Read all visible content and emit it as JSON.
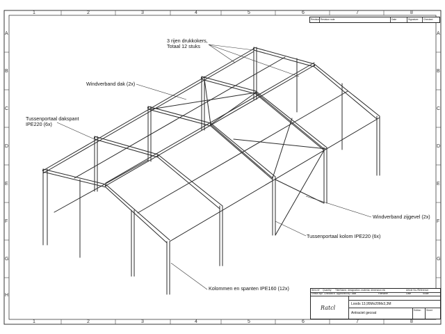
{
  "drawing": {
    "column_markers": [
      "1",
      "2",
      "3",
      "4",
      "5",
      "6",
      "7",
      "8"
    ],
    "row_markers": [
      "A",
      "B",
      "C",
      "D",
      "E",
      "F",
      "G",
      "H"
    ]
  },
  "callouts": {
    "drukkokers": {
      "line1": "3 rijen drukkokers,",
      "line2": "Totaal 12 stuks"
    },
    "windverband_dak": "Windverband dak (2x)",
    "dakspant": {
      "line1": "Tussenportaal dakspant",
      "line2": "IPE220 (6x)"
    },
    "windverband_zijgevel": "Windverband zijgevel (2x)",
    "kolom": "Tussenportaal kolom IPE220 (6x)",
    "kolommen_spanten": "Kolommen en spanten IPE160 (12x)"
  },
  "revision_table": {
    "cells": [
      "Revision",
      "Revision note",
      "Date",
      "Signature",
      "Checked"
    ]
  },
  "title_block": {
    "row1": [
      "Item ref",
      "Quantity",
      "Title/Name, designation, material, dimension etc",
      "Article No./Reference"
    ],
    "row2": [
      "Drawn by/Ontw.",
      "Checked by",
      "Approved by / date",
      "Filename",
      "Date",
      "Scale"
    ],
    "title": "Loods 13,95Mx20Mx3,3M",
    "subtitle": "Antraciet gecoat",
    "edition_label": "Edition",
    "sheet_label": "Sheet",
    "logo_text": "Ratcl"
  },
  "colors": {
    "line": "#2a2a2a",
    "frame": "#222222",
    "leader": "#333333"
  }
}
